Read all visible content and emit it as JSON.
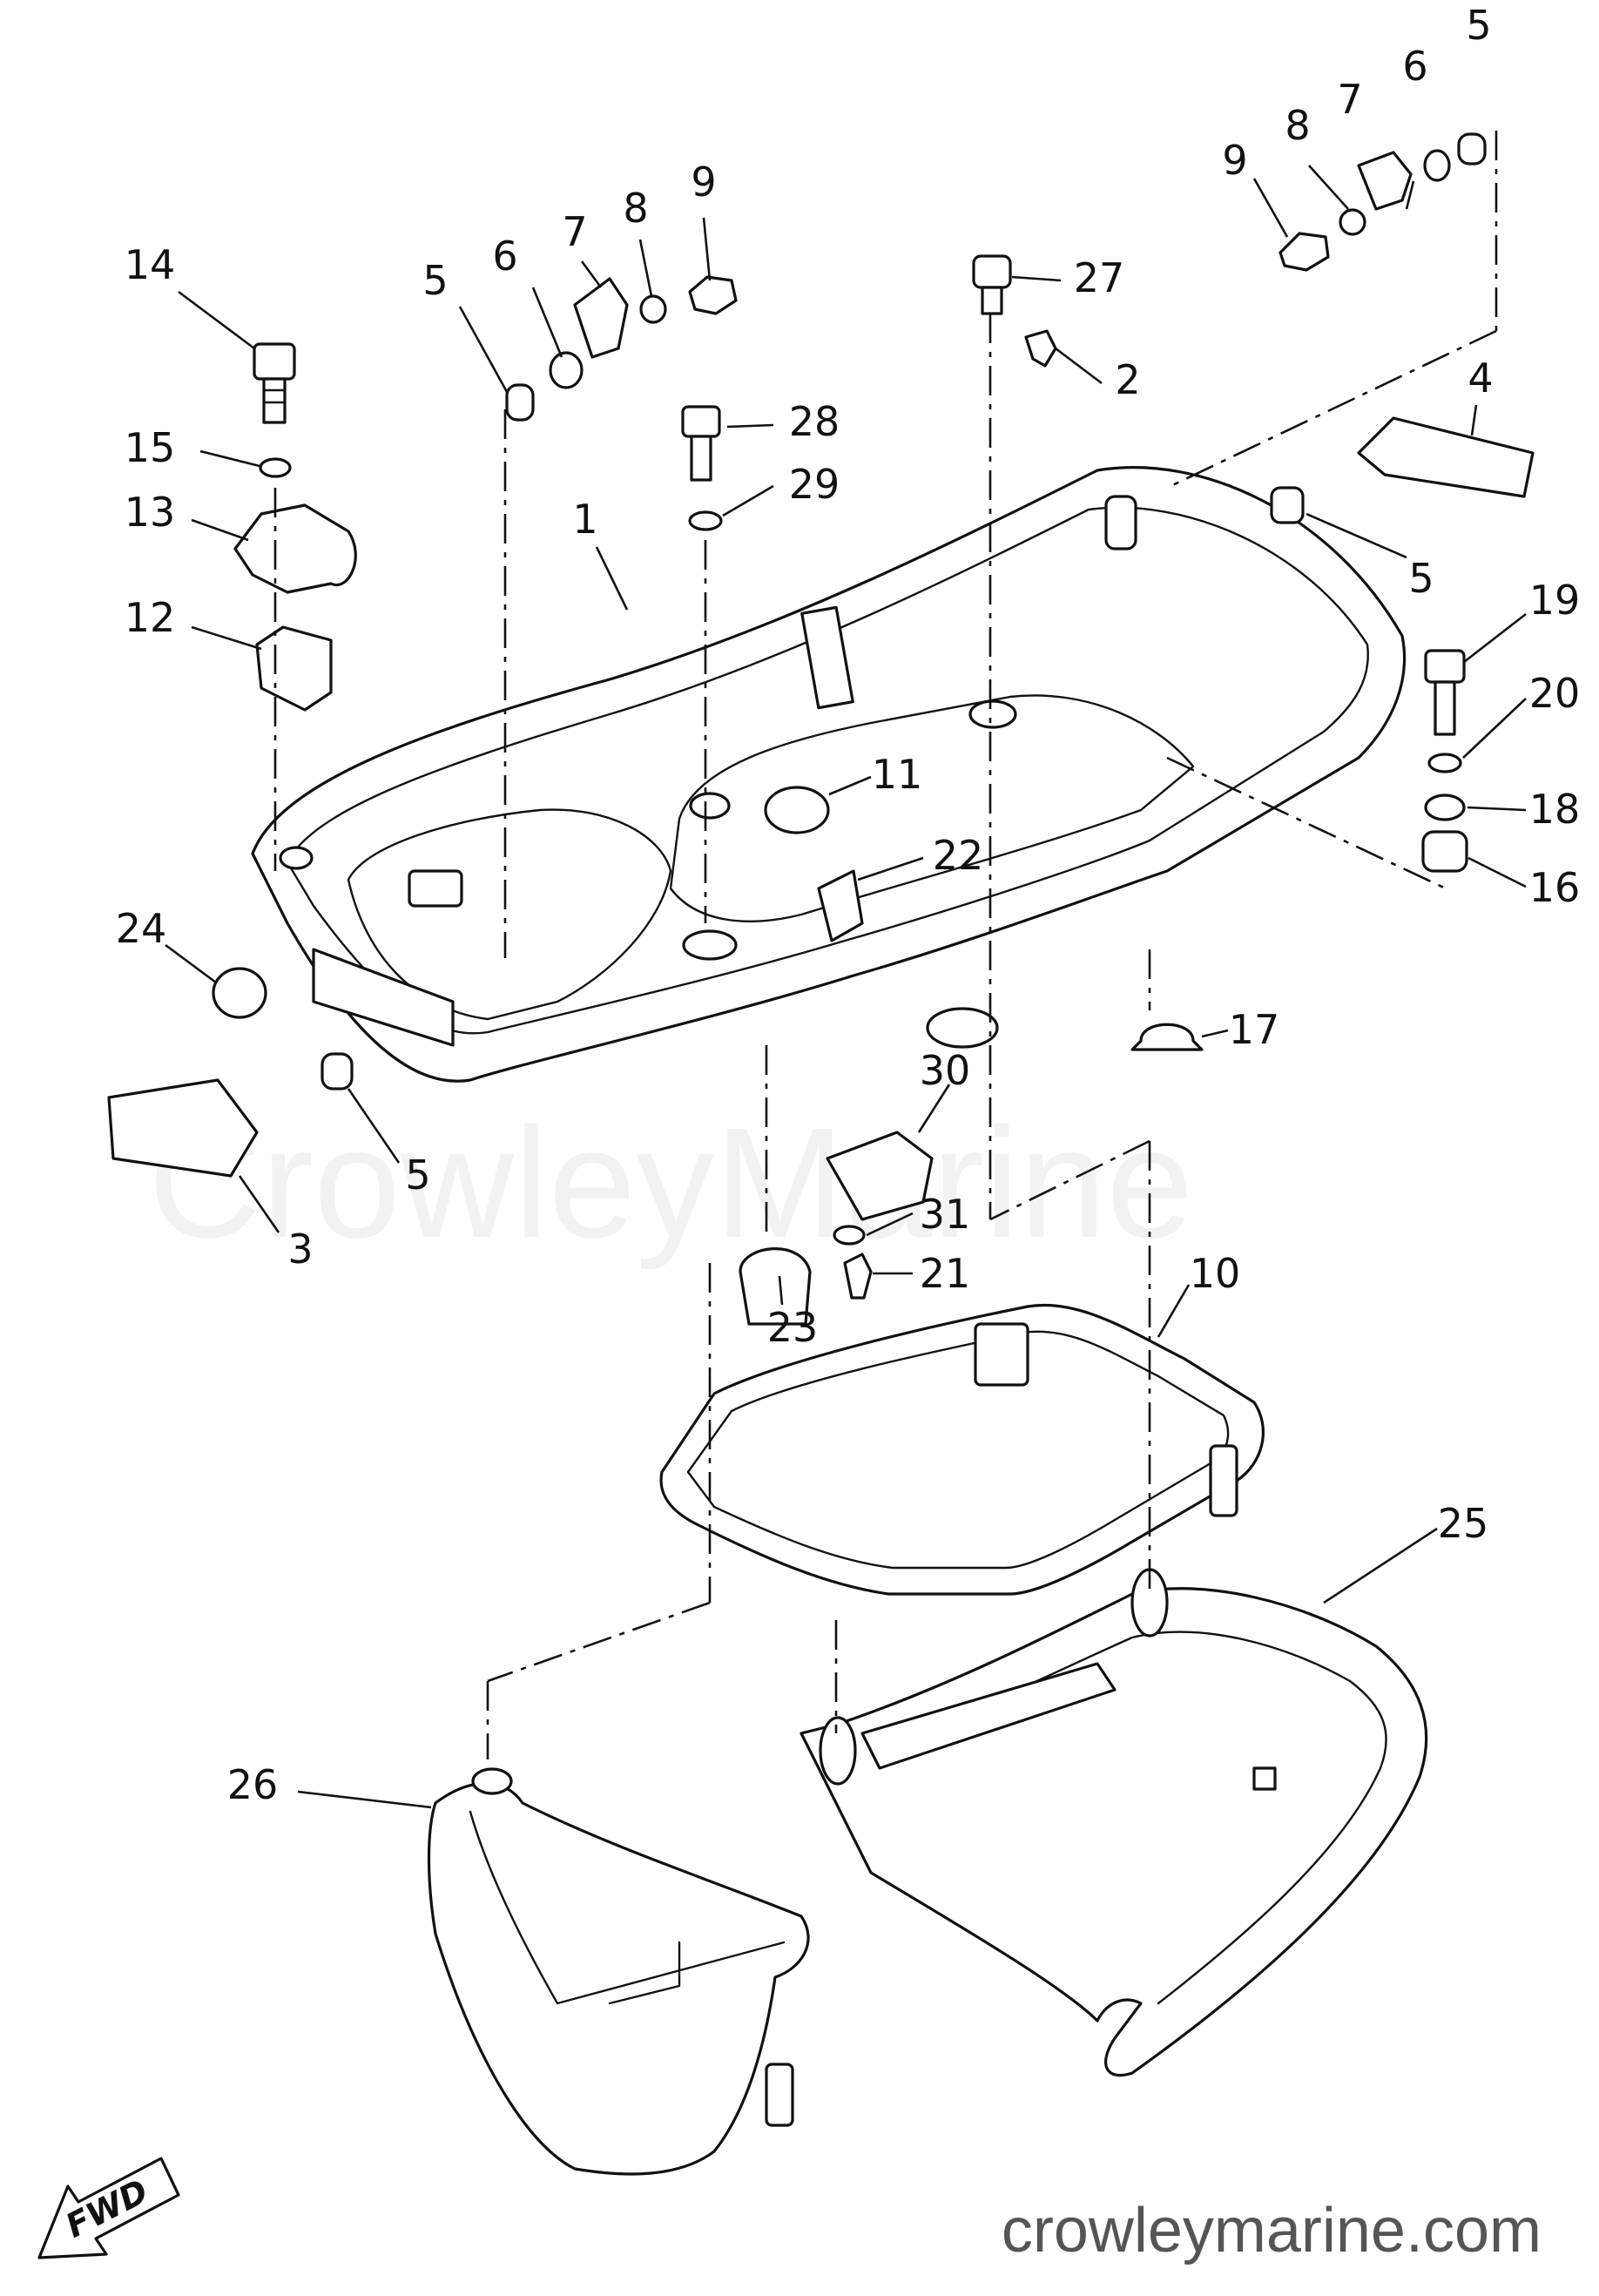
{
  "diagram": {
    "callouts": [
      "1",
      "2",
      "3",
      "4",
      "5",
      "6",
      "7",
      "8",
      "9",
      "10",
      "11",
      "12",
      "13",
      "14",
      "15",
      "16",
      "17",
      "18",
      "19",
      "20",
      "21",
      "22",
      "23",
      "24",
      "25",
      "26",
      "27",
      "28",
      "29",
      "30",
      "31"
    ],
    "watermark": "CrowleyMarine",
    "site_label": "crowleymarine.com",
    "fwd_label": "FWD"
  }
}
